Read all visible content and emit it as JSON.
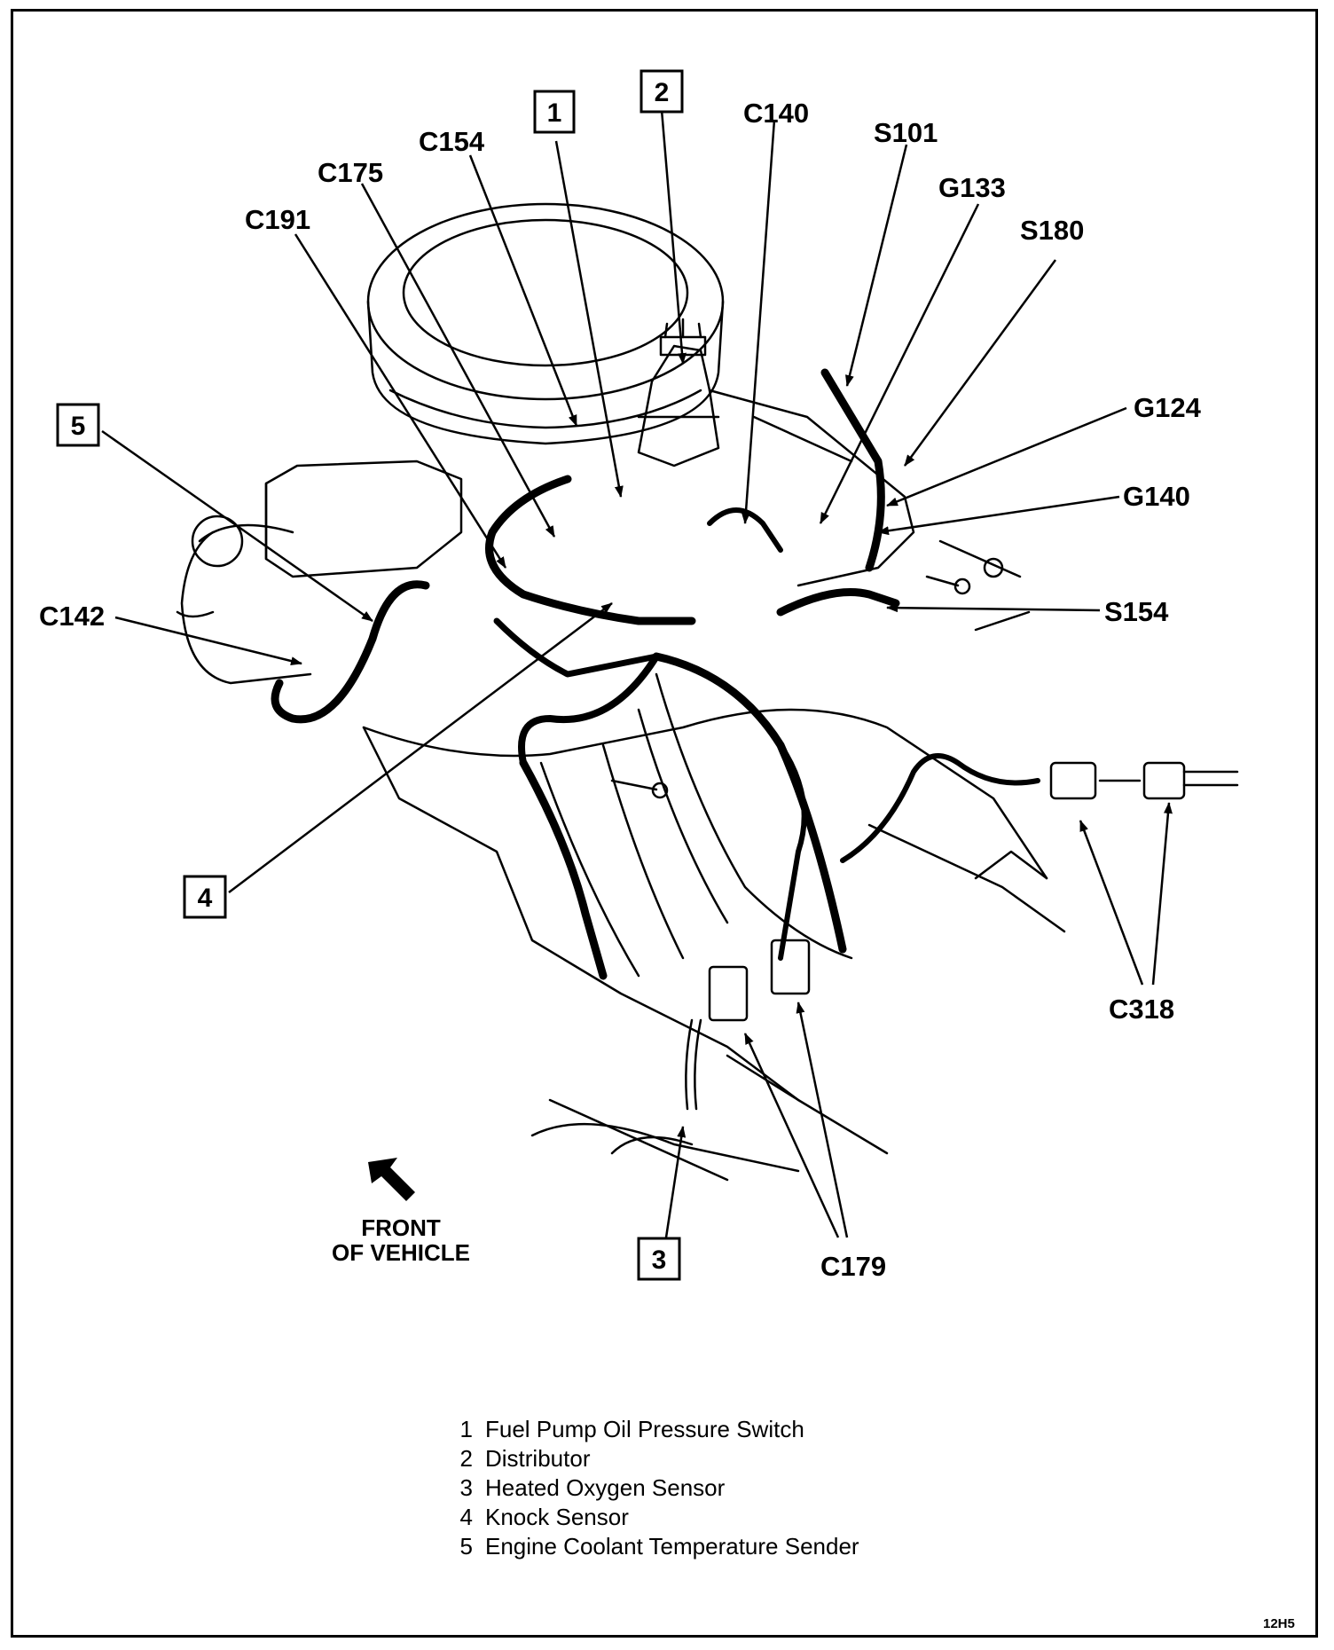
{
  "callouts": {
    "c154": "C154",
    "c175": "C175",
    "c191": "C191",
    "c140": "C140",
    "s101": "S101",
    "g133": "G133",
    "s180": "S180",
    "g124": "G124",
    "g140": "G140",
    "s154": "S154",
    "c142": "C142",
    "c318": "C318",
    "c179": "C179"
  },
  "boxes": {
    "b1": "1",
    "b2": "2",
    "b3": "3",
    "b4": "4",
    "b5": "5"
  },
  "orientation": {
    "line1": "FRONT",
    "line2": "OF VEHICLE"
  },
  "legend": [
    {
      "num": "1",
      "text": "Fuel Pump Oil Pressure Switch"
    },
    {
      "num": "2",
      "text": "Distributor"
    },
    {
      "num": "3",
      "text": "Heated Oxygen Sensor"
    },
    {
      "num": "4",
      "text": "Knock Sensor"
    },
    {
      "num": "5",
      "text": "Engine Coolant Temperature Sender"
    }
  ],
  "ref_code": "12H5"
}
